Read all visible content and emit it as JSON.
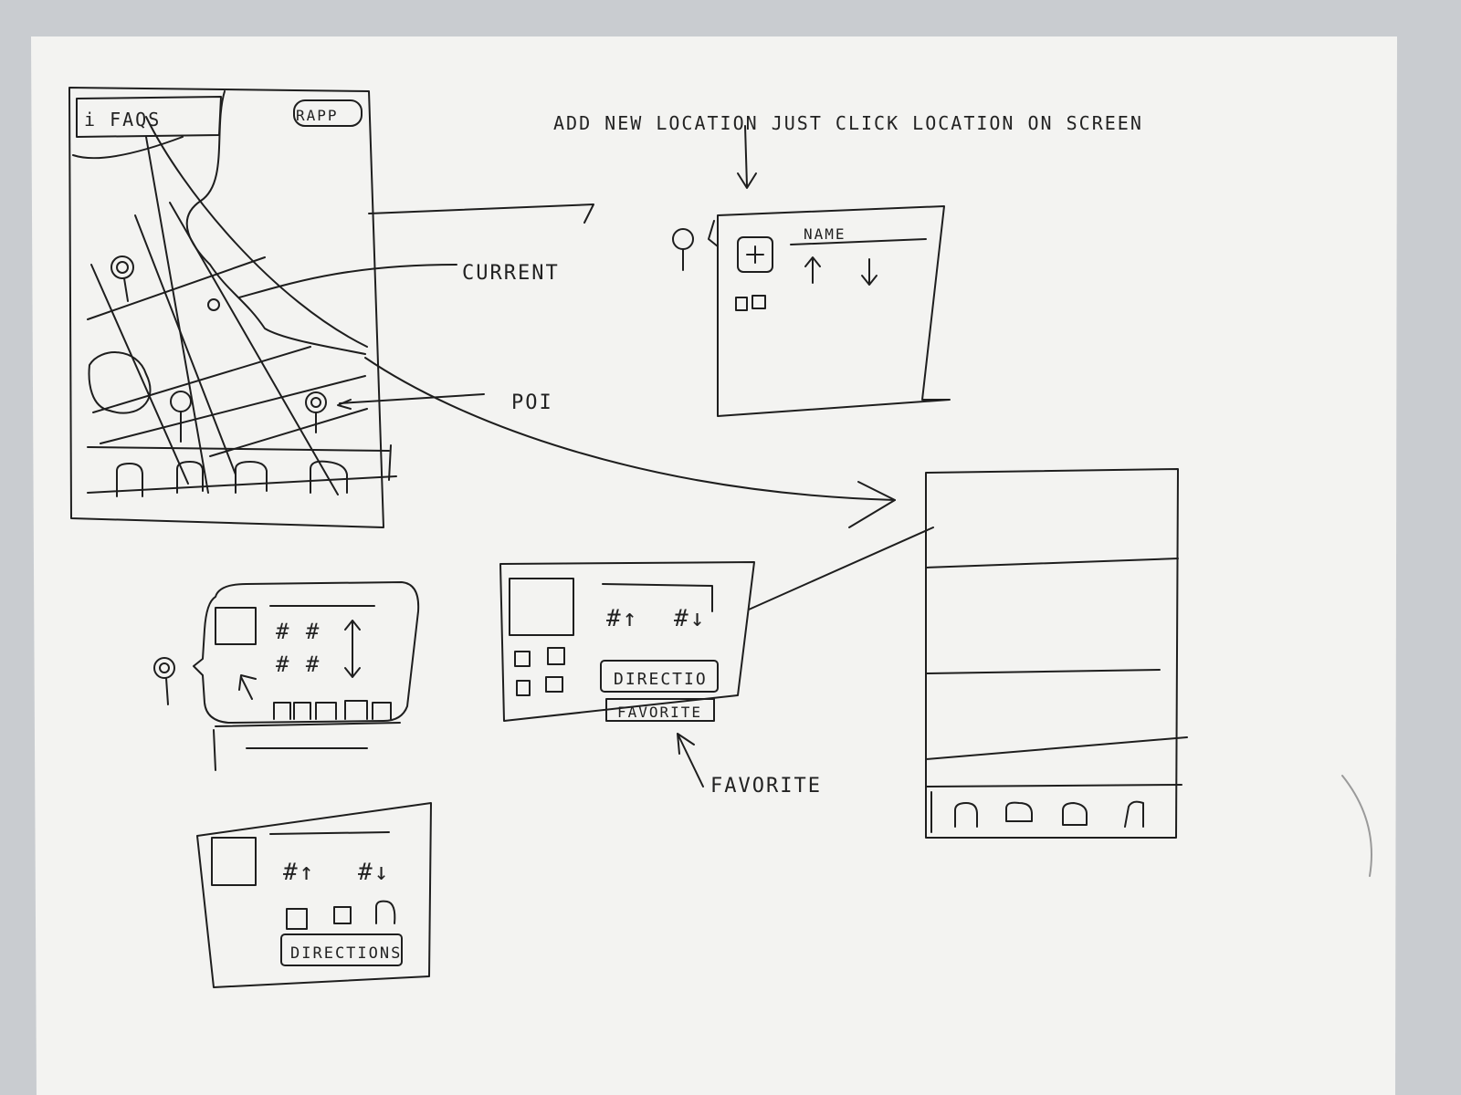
{
  "colors": {
    "paper": "#f3f3f1",
    "ink": "#1e1e1e",
    "background": "#c9ccd0"
  },
  "main_screen": {
    "faqs_label": "i FAQS",
    "top_right_label": "RAPP"
  },
  "annotations": {
    "add_location": "ADD NEW LOCATION JUST CLICK LOCATION ON SCREEN",
    "current": "CURRENT",
    "poi": "POI",
    "favorite": "FAVORITE"
  },
  "add_popup": {
    "plus_icon": "plus-icon",
    "name_label": "NAME"
  },
  "detail_card_middle": {
    "hash_up": "#↑",
    "hash_down": "#↓",
    "directions_label": "DIRECTIO",
    "favorite_label": "FAVORITE"
  },
  "detail_card_bottom": {
    "hash_up": "#↑",
    "hash_down": "#↓",
    "directions_label": "DIRECTIONS"
  },
  "bubble_card": {
    "hash_top": "# #",
    "hash_bottom": "# #"
  }
}
